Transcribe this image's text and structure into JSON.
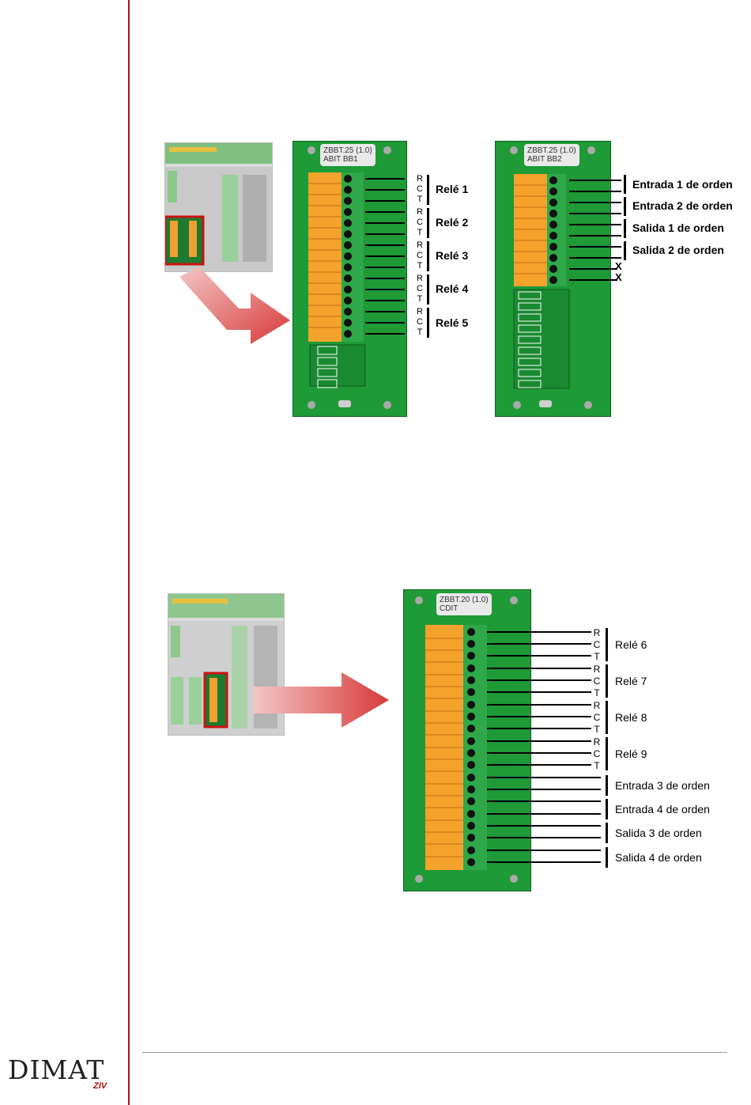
{
  "boards": {
    "bb1": {
      "line1": "ZBBT.25 (1.0)",
      "line2": "ABIT BB1"
    },
    "bb2": {
      "line1": "ZBBT.25 (1.0)",
      "line2": "ABIT BB2"
    },
    "cdit": {
      "line1": "ZBBT.20 (1.0)",
      "line2": "CDIT"
    }
  },
  "bb1_labels": [
    "Relé 1",
    "Relé 2",
    "Relé 3",
    "Relé 4",
    "Relé 5"
  ],
  "bb2_labels": [
    "Entrada 1 de orden",
    "Entrada 2 de orden",
    "Salida 1 de orden",
    "Salida 2 de orden"
  ],
  "cdit_relays": [
    "Relé 6",
    "Relé 7",
    "Relé 8",
    "Relé 9"
  ],
  "cdit_orders": [
    "Entrada 3 de orden",
    "Entrada 4 de orden",
    "Salida 3 de orden",
    "Salida 4 de orden"
  ],
  "rct": {
    "r": "R",
    "c": "C",
    "t": "T"
  },
  "x_mark": "X",
  "logo": {
    "text": "DIMAT",
    "sub": "ZIV"
  }
}
